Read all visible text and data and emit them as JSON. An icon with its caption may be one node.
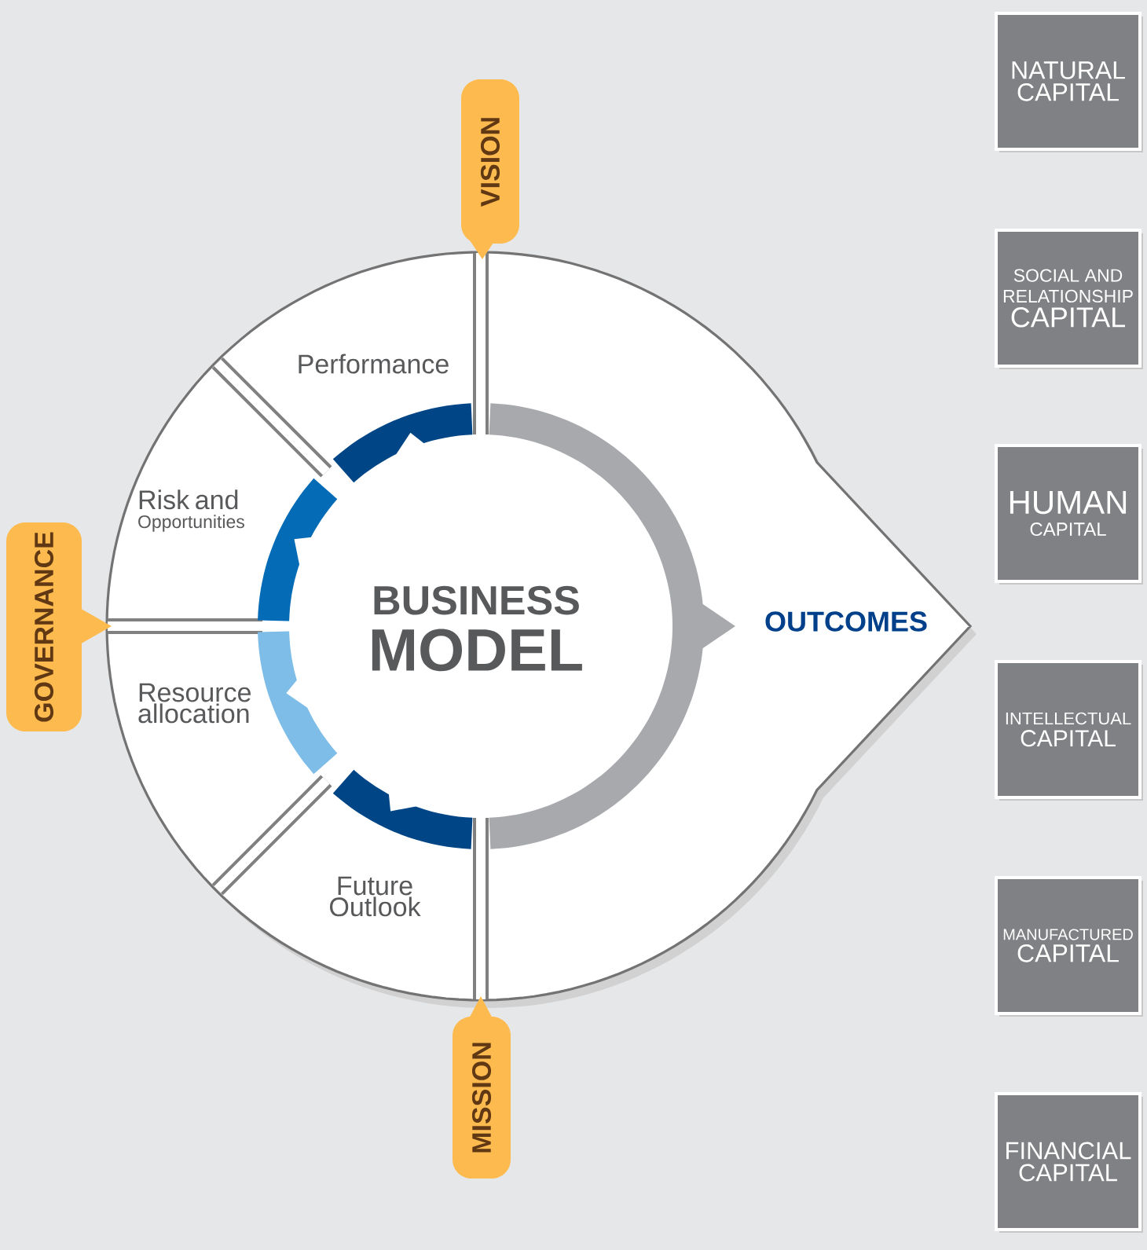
{
  "diagram": {
    "nodes": [
      {
        "text": [
          "VISION"
        ]
      },
      {
        "text": [
          "NATURAL",
          "CAPITAL"
        ]
      },
      {
        "text": [
          "SOCIAL AND RELATIONSHIP",
          "CAPITAL"
        ]
      },
      {
        "text": [
          "Performance"
        ]
      },
      {
        "text": [
          "Risk and",
          "Opportunities"
        ]
      },
      {
        "text": [
          "HUMAN",
          "CAPITAL"
        ]
      },
      {
        "text": [
          "GOVERNANCE"
        ]
      },
      {
        "text": [
          "BUSINESS",
          "MODEL"
        ]
      },
      {
        "text": [
          "OUTCOMES"
        ]
      },
      {
        "text": [
          "Resource allocation"
        ]
      },
      {
        "text": [
          "INTELLECTUAL",
          "CAPITAL"
        ]
      },
      {
        "text": [
          "MANUFACTURED",
          "CAPITAL"
        ]
      },
      {
        "text": [
          "Future Outlook"
        ]
      },
      {
        "text": [
          "MISSION"
        ]
      },
      {
        "text": [
          "FINANCIAL",
          "CAPITAL"
        ]
      }
    ]
  }
}
